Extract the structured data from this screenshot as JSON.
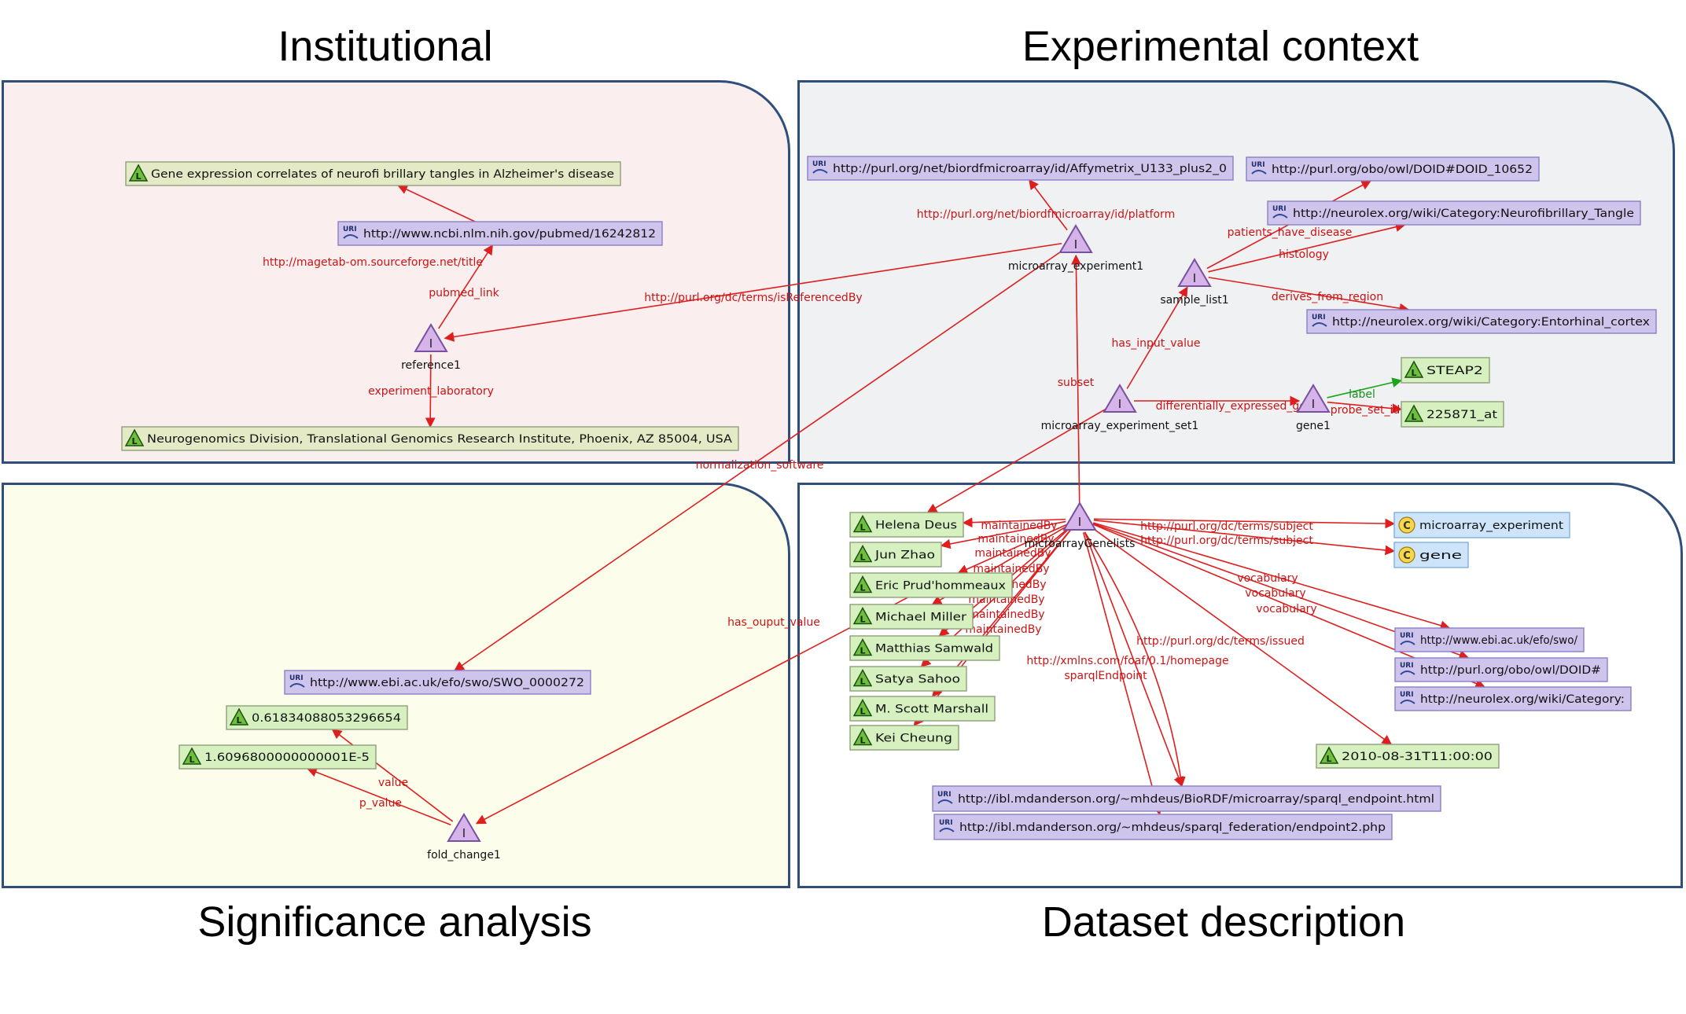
{
  "titles": {
    "institutional": "Institutional",
    "experimental": "Experimental context",
    "significance": "Significance analysis",
    "dataset": "Dataset description"
  },
  "colors": {
    "institutional_bg": "#fbeeee",
    "experimental_bg": "#eff1f3",
    "significance_bg": "#fdfdec",
    "dataset_bg": "#ffffff",
    "panel_border": "#2f4f7a",
    "edge": "#dd1f1f",
    "label_edge": "#1aa51a",
    "edge_label": "#cc1414",
    "literal_fill": "#e4eac6",
    "literal_border": "#8ea07a",
    "literal_green_fill": "#d6f0c0",
    "uri_fill": "#cfc4ec",
    "uri_border": "#8a80c8",
    "class_fill": "#cde4fa",
    "class_border": "#7fb0dc",
    "instance_fill": "#d6b4ea",
    "instance_border": "#7850a0"
  },
  "nodes": [
    {
      "id": "lit_title",
      "kind": "literal",
      "icon": "literal-icon",
      "label": "Gene expression correlates of neurofi  brillary tangles in Alzheimer's disease"
    },
    {
      "id": "uri_pubmed",
      "kind": "uri",
      "icon": "uri-icon",
      "label": "http://www.ncbi.nlm.nih.gov/pubmed/16242812"
    },
    {
      "id": "inst_reference1",
      "kind": "instance",
      "icon": "instance-icon",
      "label": "reference1"
    },
    {
      "id": "lit_lab",
      "kind": "literal",
      "icon": "literal-icon",
      "label": "Neurogenomics Division, Translational Genomics Research Institute, Phoenix, AZ 85004, USA"
    },
    {
      "id": "uri_affy",
      "kind": "uri",
      "icon": "uri-icon",
      "label": "http://purl.org/net/biordfmicroarray/id/Affymetrix_U133_plus2_0"
    },
    {
      "id": "uri_doid",
      "kind": "uri",
      "icon": "uri-icon",
      "label": "http://purl.org/obo/owl/DOID#DOID_10652"
    },
    {
      "id": "uri_nft",
      "kind": "uri",
      "icon": "uri-icon",
      "label": "http://neurolex.org/wiki/Category:Neurofibrillary_Tangle"
    },
    {
      "id": "uri_ento",
      "kind": "uri",
      "icon": "uri-icon",
      "label": "http://neurolex.org/wiki/Category:Entorhinal_cortex"
    },
    {
      "id": "inst_mexp1",
      "kind": "instance",
      "icon": "instance-icon",
      "label": "microarray_experiment1"
    },
    {
      "id": "inst_sample",
      "kind": "instance",
      "icon": "instance-icon",
      "label": "sample_list1"
    },
    {
      "id": "inst_mset",
      "kind": "instance",
      "icon": "instance-icon",
      "label": "microarray_experiment_set1"
    },
    {
      "id": "inst_gene1",
      "kind": "instance",
      "icon": "instance-icon",
      "label": "gene1"
    },
    {
      "id": "lit_steap2",
      "kind": "literal-green",
      "icon": "literal-icon",
      "label": "STEAP2"
    },
    {
      "id": "lit_225871",
      "kind": "literal-green",
      "icon": "literal-icon",
      "label": "225871_at"
    },
    {
      "id": "uri_swo272",
      "kind": "uri",
      "icon": "uri-icon",
      "label": "http://www.ebi.ac.uk/efo/swo/SWO_0000272"
    },
    {
      "id": "lit_val1",
      "kind": "literal-green",
      "icon": "literal-icon",
      "label": "0.61834088053296654"
    },
    {
      "id": "lit_val2",
      "kind": "literal-green",
      "icon": "literal-icon",
      "label": "1.6096800000000001E-5"
    },
    {
      "id": "inst_fold",
      "kind": "instance",
      "icon": "instance-icon",
      "label": "fold_change1"
    },
    {
      "id": "inst_genelists",
      "kind": "instance",
      "icon": "instance-icon",
      "label": "microarrayGenelists"
    },
    {
      "id": "lit_helena",
      "kind": "literal-green",
      "icon": "literal-icon",
      "label": "Helena Deus"
    },
    {
      "id": "lit_jun",
      "kind": "literal-green",
      "icon": "literal-icon",
      "label": "Jun Zhao"
    },
    {
      "id": "lit_eric",
      "kind": "literal-green",
      "icon": "literal-icon",
      "label": "Eric Prud'hommeaux"
    },
    {
      "id": "lit_michael",
      "kind": "literal-green",
      "icon": "literal-icon",
      "label": "Michael Miller"
    },
    {
      "id": "lit_matthias",
      "kind": "literal-green",
      "icon": "literal-icon",
      "label": "Matthias Samwald"
    },
    {
      "id": "lit_satya",
      "kind": "literal-green",
      "icon": "literal-icon",
      "label": "Satya Sahoo"
    },
    {
      "id": "lit_scott",
      "kind": "literal-green",
      "icon": "literal-icon",
      "label": "M. Scott Marshall"
    },
    {
      "id": "lit_kei",
      "kind": "literal-green",
      "icon": "literal-icon",
      "label": "Kei Cheung"
    },
    {
      "id": "cls_mexp",
      "kind": "class",
      "icon": "class-icon",
      "label": "microarray_experiment"
    },
    {
      "id": "cls_gene",
      "kind": "class",
      "icon": "class-icon",
      "label": "gene"
    },
    {
      "id": "uri_ebi_swo",
      "kind": "uri",
      "icon": "uri-icon",
      "label": "http://www.ebi.ac.uk/efo/swo/"
    },
    {
      "id": "uri_doid_base",
      "kind": "uri",
      "icon": "uri-icon",
      "label": "http://purl.org/obo/owl/DOID#"
    },
    {
      "id": "uri_neurolex_cat",
      "kind": "uri",
      "icon": "uri-icon",
      "label": "http://neurolex.org/wiki/Category:"
    },
    {
      "id": "lit_date",
      "kind": "literal-green",
      "icon": "literal-icon",
      "label": "2010-08-31T11:00:00"
    },
    {
      "id": "uri_sparql1",
      "kind": "uri",
      "icon": "uri-icon",
      "label": "http://ibl.mdanderson.org/~mhdeus/BioRDF/microarray/sparql_endpoint.html"
    },
    {
      "id": "uri_sparql2",
      "kind": "uri",
      "icon": "uri-icon",
      "label": "http://ibl.mdanderson.org/~mhdeus/sparql_federation/endpoint2.php"
    }
  ],
  "edge_labels": [
    {
      "id": "el_title",
      "text": "http://magetab-om.sourceforge.net/title"
    },
    {
      "id": "el_pubmed",
      "text": "pubmed_link"
    },
    {
      "id": "el_isref",
      "text": "http://purl.org/dc/terms/isReferencedBy"
    },
    {
      "id": "el_explab",
      "text": "experiment_laboratory"
    },
    {
      "id": "el_platform",
      "text": "http://purl.org/net/biordfmicroarray/id/platform"
    },
    {
      "id": "el_patients",
      "text": "patients_have_disease"
    },
    {
      "id": "el_histology",
      "text": "histology"
    },
    {
      "id": "el_derives",
      "text": "derives_from_region"
    },
    {
      "id": "el_hasinput",
      "text": "has_input_value"
    },
    {
      "id": "el_subset",
      "text": "subset"
    },
    {
      "id": "el_diffexp",
      "text": "differentially_expressed_gene"
    },
    {
      "id": "el_label",
      "text": "label"
    },
    {
      "id": "el_probe",
      "text": "probe_set_id"
    },
    {
      "id": "el_norm",
      "text": "normalization_software"
    },
    {
      "id": "el_hasoutput",
      "text": "has_ouput_value"
    },
    {
      "id": "el_value",
      "text": "value"
    },
    {
      "id": "el_pvalue",
      "text": "p_value"
    },
    {
      "id": "el_m1",
      "text": "maintainedBy"
    },
    {
      "id": "el_m2",
      "text": "maintainedBy"
    },
    {
      "id": "el_m3",
      "text": "maintainedBy"
    },
    {
      "id": "el_m4",
      "text": "maintainedBy"
    },
    {
      "id": "el_m5",
      "text": "maintainedBy"
    },
    {
      "id": "el_m6",
      "text": "maintainedBy"
    },
    {
      "id": "el_m7",
      "text": "maintainedBy"
    },
    {
      "id": "el_m8",
      "text": "maintainedBy"
    },
    {
      "id": "el_subj1",
      "text": "http://purl.org/dc/terms/subject"
    },
    {
      "id": "el_subj2",
      "text": "http://purl.org/dc/terms/subject"
    },
    {
      "id": "el_voc1",
      "text": "vocabulary"
    },
    {
      "id": "el_voc2",
      "text": "vocabulary"
    },
    {
      "id": "el_voc3",
      "text": "vocabulary"
    },
    {
      "id": "el_issued",
      "text": "http://purl.org/dc/terms/issued"
    },
    {
      "id": "el_homepage",
      "text": "http://xmlns.com/foaf/0.1/homepage"
    },
    {
      "id": "el_sparql",
      "text": "sparqlEndpoint"
    }
  ],
  "edges": [
    {
      "from": "uri_pubmed",
      "to": "lit_title",
      "color": "edge"
    },
    {
      "from": "inst_reference1",
      "to": "uri_pubmed",
      "color": "edge"
    },
    {
      "from": "inst_reference1",
      "to": "lit_lab",
      "color": "edge"
    },
    {
      "from": "inst_mexp1",
      "to": "inst_reference1",
      "color": "edge"
    },
    {
      "from": "inst_mexp1",
      "to": "uri_affy",
      "color": "edge"
    },
    {
      "from": "inst_sample",
      "to": "uri_doid",
      "color": "edge"
    },
    {
      "from": "inst_sample",
      "to": "uri_nft",
      "color": "edge"
    },
    {
      "from": "inst_sample",
      "to": "uri_ento",
      "color": "edge"
    },
    {
      "from": "inst_mset",
      "to": "inst_sample",
      "color": "edge"
    },
    {
      "from": "inst_mset",
      "to": "inst_gene1",
      "color": "edge"
    },
    {
      "from": "inst_gene1",
      "to": "lit_steap2",
      "color": "label_edge"
    },
    {
      "from": "inst_gene1",
      "to": "lit_225871",
      "color": "edge"
    },
    {
      "from": "inst_genelists",
      "to": "inst_mexp1",
      "color": "edge"
    },
    {
      "from": "inst_mexp1",
      "to": "uri_swo272",
      "color": "edge"
    },
    {
      "from": "inst_mset",
      "to": "lit_helena",
      "color": "edge"
    },
    {
      "from": "inst_fold",
      "to": "lit_val1",
      "color": "edge"
    },
    {
      "from": "inst_fold",
      "to": "lit_val2",
      "color": "edge"
    },
    {
      "from": "lit_eric",
      "to": "inst_fold",
      "color": "edge"
    },
    {
      "from": "inst_genelists",
      "to": "lit_helena",
      "color": "edge"
    },
    {
      "from": "inst_genelists",
      "to": "lit_jun",
      "color": "edge"
    },
    {
      "from": "inst_genelists",
      "to": "lit_eric",
      "color": "edge"
    },
    {
      "from": "inst_genelists",
      "to": "lit_michael",
      "color": "edge"
    },
    {
      "from": "inst_genelists",
      "to": "lit_matthias",
      "color": "edge"
    },
    {
      "from": "inst_genelists",
      "to": "lit_satya",
      "color": "edge"
    },
    {
      "from": "inst_genelists",
      "to": "lit_scott",
      "color": "edge"
    },
    {
      "from": "inst_genelists",
      "to": "lit_kei",
      "color": "edge"
    },
    {
      "from": "inst_genelists",
      "to": "cls_mexp",
      "color": "edge"
    },
    {
      "from": "inst_genelists",
      "to": "cls_gene",
      "color": "edge"
    },
    {
      "from": "inst_genelists",
      "to": "uri_ebi_swo",
      "color": "edge"
    },
    {
      "from": "inst_genelists",
      "to": "uri_doid_base",
      "color": "edge"
    },
    {
      "from": "inst_genelists",
      "to": "uri_neurolex_cat",
      "color": "edge"
    },
    {
      "from": "inst_genelists",
      "to": "lit_date",
      "color": "edge"
    },
    {
      "from": "inst_genelists",
      "to": "uri_sparql1",
      "color": "edge"
    },
    {
      "from": "inst_genelists",
      "to": "uri_sparql1",
      "color": "edge",
      "bend": 1
    },
    {
      "from": "inst_genelists",
      "to": "uri_sparql2",
      "color": "edge"
    }
  ]
}
